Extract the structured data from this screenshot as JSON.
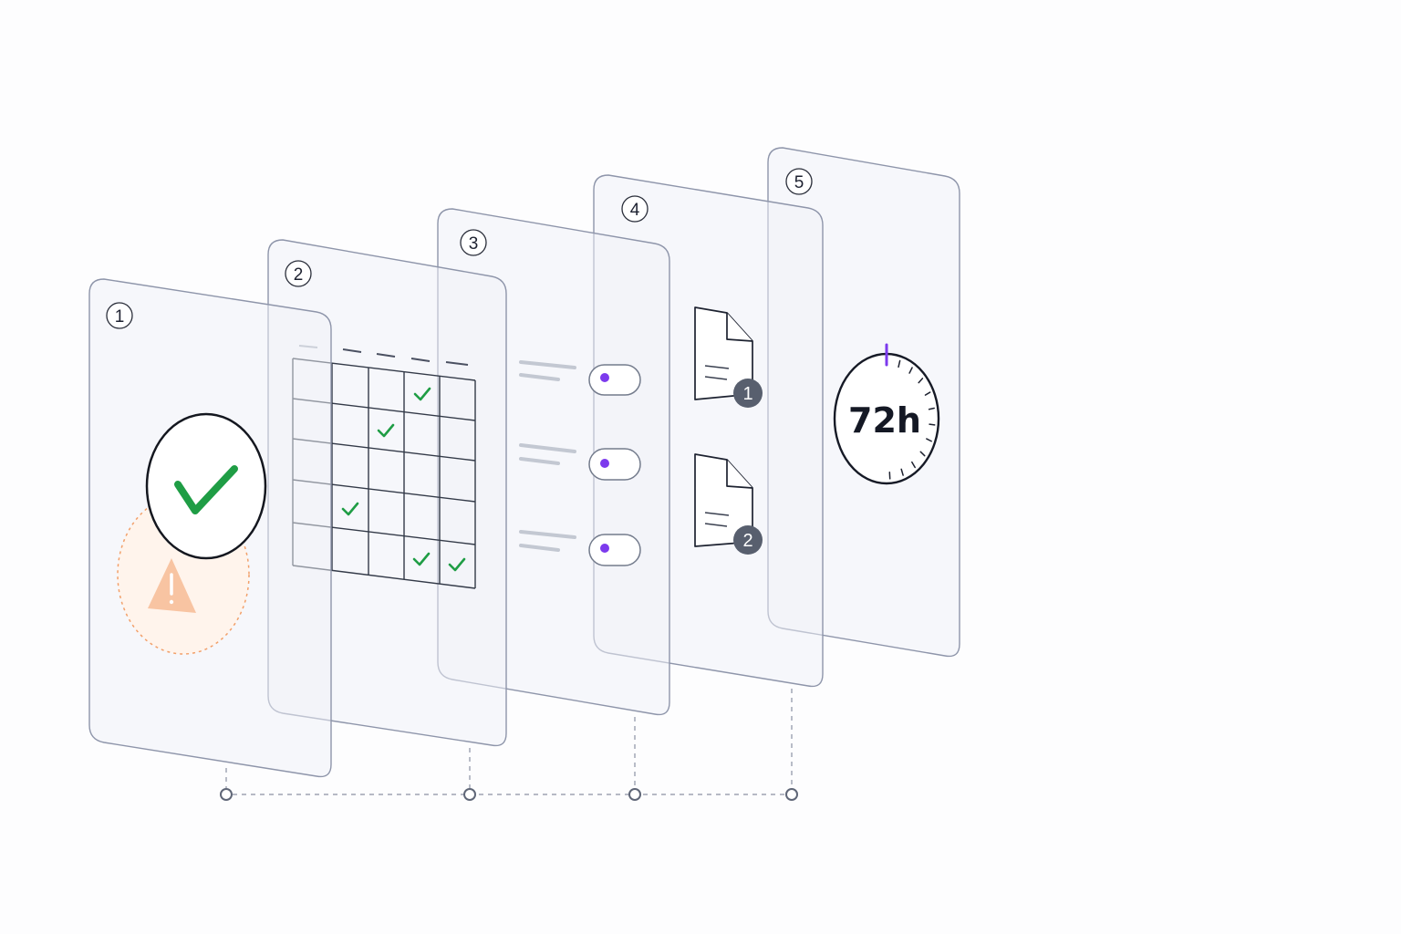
{
  "steps": [
    {
      "number": "1",
      "icon": "check-circle-icon",
      "secondary_icon": "warning-triangle-icon"
    },
    {
      "number": "2",
      "icon": "checklist-grid-icon"
    },
    {
      "number": "3",
      "icon": "toggle-list-icon"
    },
    {
      "number": "4",
      "icon": "document-icon",
      "documents": [
        "1",
        "2"
      ]
    },
    {
      "number": "5",
      "icon": "timer-icon",
      "timer_label": "72h"
    }
  ],
  "colors": {
    "success": "#1f9d45",
    "warning": "#f5a97a",
    "accent": "#7c3aed",
    "outline": "#8e95aa"
  }
}
